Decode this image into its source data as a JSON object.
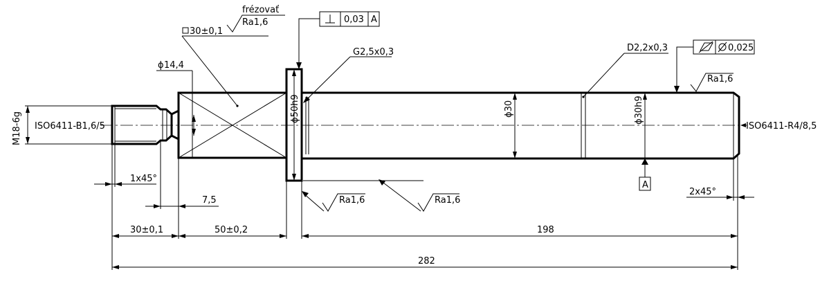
{
  "drawing": {
    "texts": {
      "frezovat": "frézovať",
      "ra_top": "Ra1,6",
      "square_30": "30±0,1",
      "phi_14_4": "14,4",
      "perp_tol": "0,03",
      "datum_ref": "A",
      "groove_g": "G2,5x0,3",
      "groove_d": "D2,2x0,3",
      "circ_tol": "0,025",
      "ra_right": "Ra1,6",
      "ra_bottom_1": "Ra1,6",
      "ra_bottom_2": "Ra1,6",
      "thread": "M18-6g",
      "center_left": "ISO6411-B1,6/5",
      "center_right": "ISO6411-R4/8,5",
      "phi_50": "50h9",
      "phi_30": "30",
      "phi_30_h9": "30h9",
      "datum_a": "A",
      "chamfer_left": "1x45°",
      "chamfer_right": "2x45°",
      "dim_7_5": "7,5",
      "dim_30": "30±0,1",
      "dim_50": "50±0,2",
      "dim_198": "198",
      "dim_282": "282"
    }
  }
}
